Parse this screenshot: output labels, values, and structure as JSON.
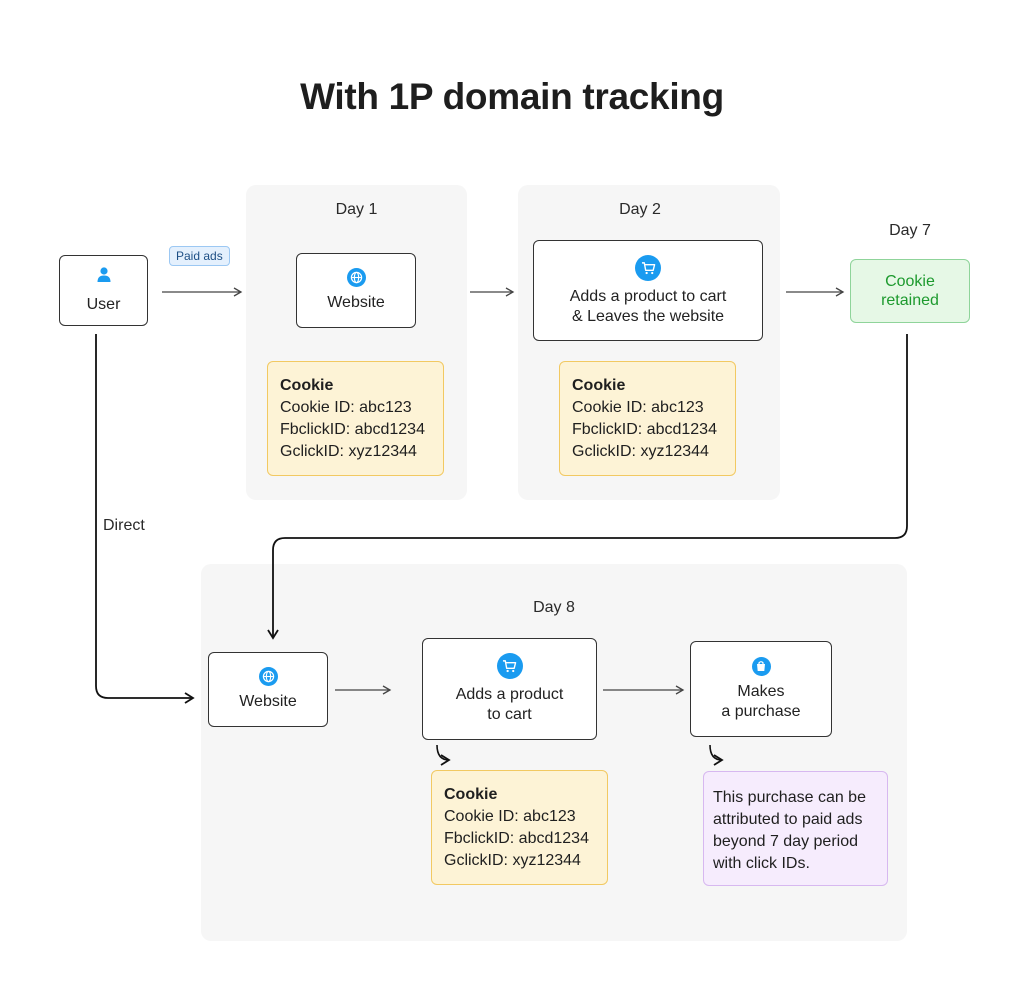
{
  "title": "With 1P domain tracking",
  "nodes": {
    "user": "User",
    "paid_ads": "Paid ads",
    "direct": "Direct"
  },
  "day1": {
    "label": "Day 1",
    "website": "Website",
    "cookie": {
      "heading": "Cookie",
      "cookie_id": "Cookie ID: abc123",
      "fbclick": "FbclickID: abcd1234",
      "gclick": "GclickID: xyz12344"
    }
  },
  "day2": {
    "label": "Day 2",
    "action": "Adds a product to cart\n& Leaves the website",
    "cookie": {
      "heading": "Cookie",
      "cookie_id": "Cookie ID: abc123",
      "fbclick": "FbclickID: abcd1234",
      "gclick": "GclickID: xyz12344"
    }
  },
  "day7": {
    "label": "Day 7",
    "status": "Cookie\nretained"
  },
  "day8": {
    "label": "Day 8",
    "website": "Website",
    "cart": "Adds a product\nto cart",
    "purchase": "Makes\na purchase",
    "cookie": {
      "heading": "Cookie",
      "cookie_id": "Cookie ID: abc123",
      "fbclick": "FbclickID: abcd1234",
      "gclick": "GclickID: xyz12344"
    },
    "note": "This purchase can be\nattributed to paid ads\nbeyond 7 day period\nwith click IDs."
  },
  "icons": {
    "user": "user-icon",
    "website": "globe-icon",
    "cart": "cart-icon",
    "purchase": "bag-icon"
  },
  "colors": {
    "accent": "#1a9bf0",
    "cookie_bg": "#fdf3d6",
    "retained_text": "#1d9a2e",
    "note_bg": "#f6ecfd"
  }
}
